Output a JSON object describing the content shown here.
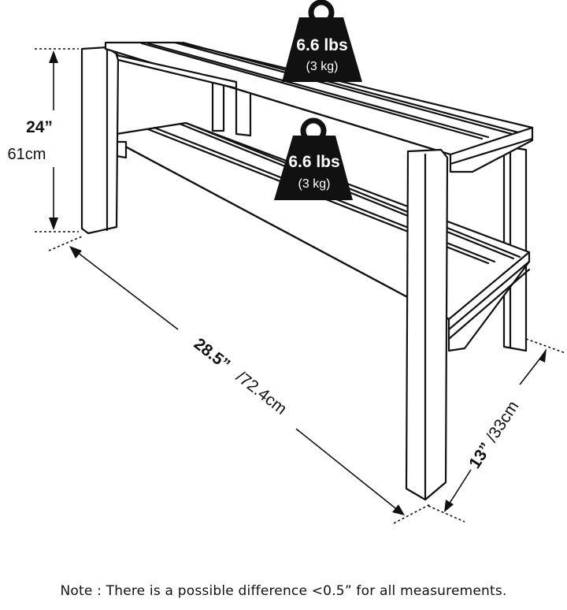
{
  "dimensions": {
    "height_imperial": "24”",
    "height_metric": "61cm",
    "width_imperial": "28.5”",
    "width_metric": "/72.4cm",
    "depth_imperial": "13”",
    "depth_metric": "/33cm"
  },
  "weights": {
    "top_shelf": {
      "lbs": "6.6 lbs",
      "kg": "(3 kg)"
    },
    "bottom_shelf": {
      "lbs": "6.6 lbs",
      "kg": "(3 kg)"
    }
  },
  "note": "Note : There is a possible difference <0.5” for all measurements.",
  "colors": {
    "line": "#111111",
    "weight_fill": "#111111",
    "weight_text": "#ffffff"
  }
}
